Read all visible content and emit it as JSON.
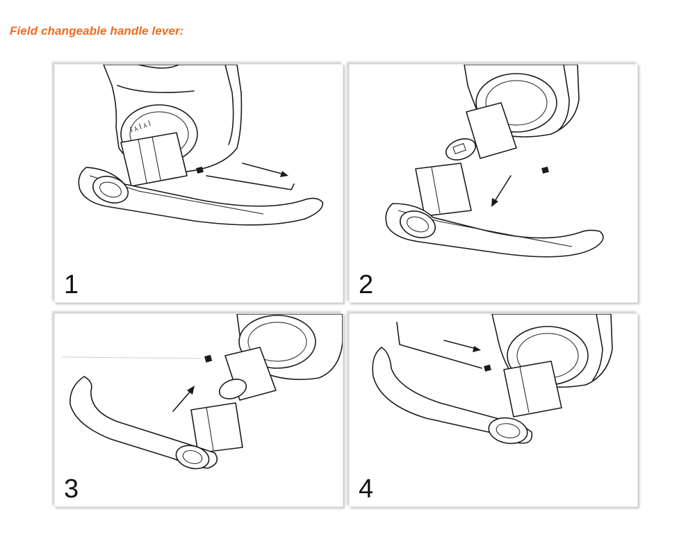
{
  "title": "Field changeable handle lever:",
  "accent_color": "#f26a1b",
  "steps": [
    {
      "number": "1"
    },
    {
      "number": "2"
    },
    {
      "number": "3"
    },
    {
      "number": "4"
    }
  ]
}
